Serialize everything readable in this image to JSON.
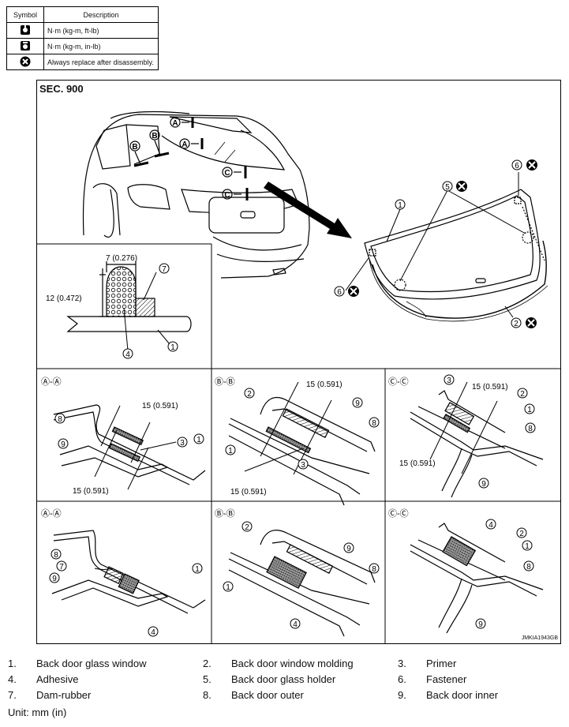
{
  "symbol_table": {
    "header": {
      "symbol": "Symbol",
      "description": "Description"
    },
    "rows": [
      {
        "icon": "torque-wrench-icon",
        "description": "N·m (kg-m, ft-lb)"
      },
      {
        "icon": "torque-wrench-small-icon",
        "description": "N·m (kg-m, in-lb)"
      },
      {
        "icon": "replace-x-icon",
        "description": "Always replace after disassembly."
      }
    ]
  },
  "diagram": {
    "section": "SEC. 900",
    "code": "JMKIA1943GB",
    "dims": {
      "width": "7 (0.276)",
      "height": "12 (0.472)",
      "d15": "15 (0.591)"
    },
    "section_labels": {
      "a": "Ⓐ-Ⓐ",
      "b": "Ⓑ-Ⓑ",
      "c": "Ⓒ-Ⓒ"
    }
  },
  "legend": [
    {
      "num": "1.",
      "text": "Back door glass window"
    },
    {
      "num": "2.",
      "text": "Back door window molding"
    },
    {
      "num": "3.",
      "text": "Primer"
    },
    {
      "num": "4.",
      "text": "Adhesive"
    },
    {
      "num": "5.",
      "text": "Back door glass holder"
    },
    {
      "num": "6.",
      "text": "Fastener"
    },
    {
      "num": "7.",
      "text": "Dam-rubber"
    },
    {
      "num": "8.",
      "text": "Back door outer"
    },
    {
      "num": "9.",
      "text": "Back door inner"
    }
  ],
  "unit": "Unit:   mm (in)"
}
